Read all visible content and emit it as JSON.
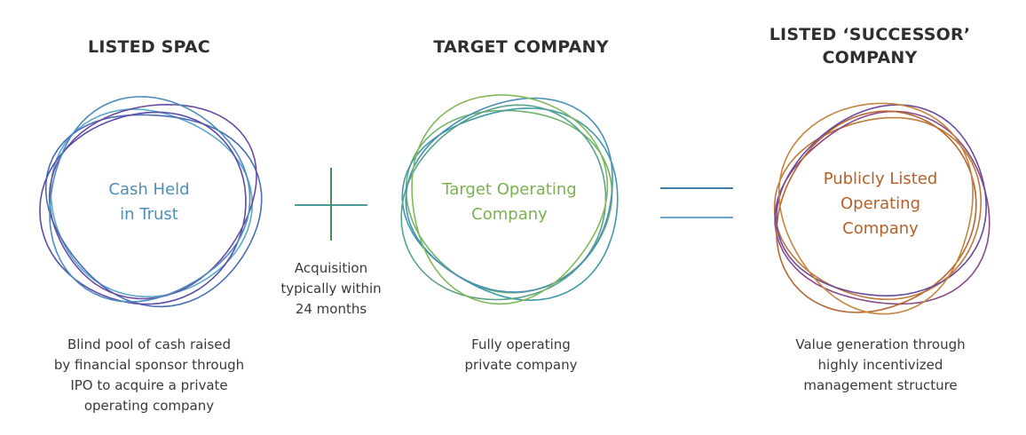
{
  "columns": [
    {
      "heading_lines": [
        "LISTED SPAC"
      ],
      "circle_label_lines": [
        "Cash Held",
        "in Trust"
      ],
      "circle_label_color": "#4b8fbd",
      "ring_colors": [
        "#5aa7cf",
        "#4a6db5",
        "#5a4ea8",
        "#6a4ba0",
        "#4b8dbf"
      ],
      "description_lines": [
        "Blind pool of cash raised",
        "by financial sponsor through",
        "IPO to acquire a private",
        "operating company"
      ]
    },
    {
      "heading_lines": [
        "TARGET COMPANY"
      ],
      "circle_label_lines": [
        "Target Operating",
        "Company"
      ],
      "circle_label_color": "#7ab24f",
      "ring_colors": [
        "#6fb46a",
        "#3f9aa8",
        "#58a38a",
        "#4a8fb8",
        "#82b85a"
      ],
      "description_lines": [
        "Fully operating",
        "private company"
      ]
    },
    {
      "heading_lines": [
        "LISTED ‘SUCCESSOR’",
        "COMPANY"
      ],
      "circle_label_lines": [
        "Publicly Listed",
        "Operating",
        "Company"
      ],
      "circle_label_color": "#b5602a",
      "ring_colors": [
        "#c07a3a",
        "#8a4a8a",
        "#b9652f",
        "#6a4b9a",
        "#c6843e"
      ],
      "description_lines": [
        "Value generation through",
        "highly incentivized",
        "management structure"
      ]
    }
  ],
  "plus_operator": {
    "caption_lines": [
      "Acquisition",
      "typically within",
      "24 months"
    ],
    "horizontal_color": "#4a9a9a",
    "vertical_color": "#4f8a57"
  },
  "equals_operator": {
    "top_color": "#3d7fa8",
    "bottom_color": "#6aa6d3"
  }
}
